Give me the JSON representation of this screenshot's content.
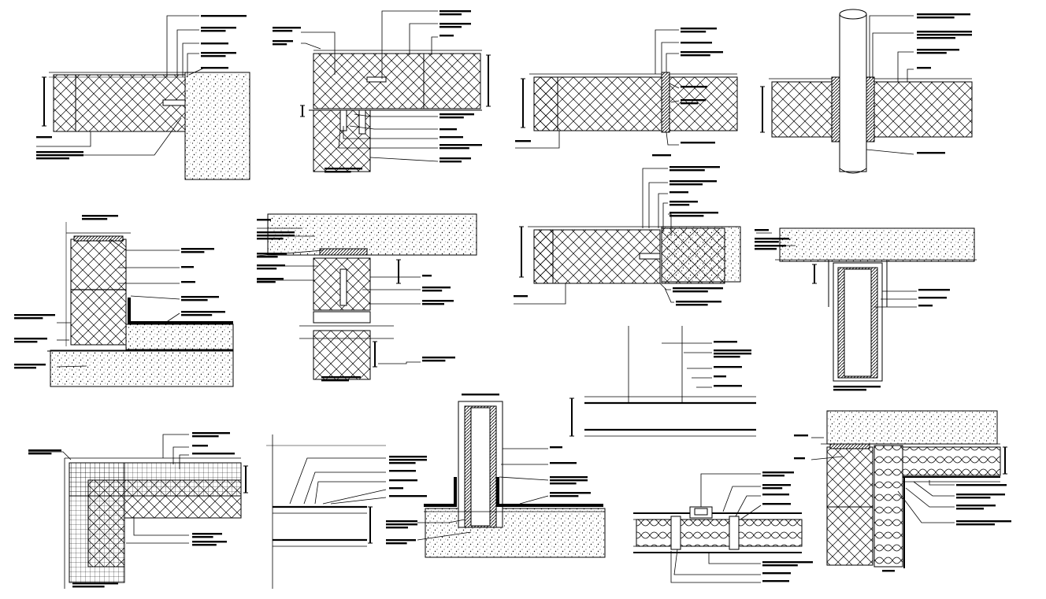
{
  "sheet": {
    "title": "",
    "background": "#ffffff",
    "ink": "#000000"
  },
  "details": [
    {
      "id": "d1",
      "label_count": 7
    },
    {
      "id": "d2",
      "label_count": 10
    },
    {
      "id": "d3",
      "label_count": 7
    },
    {
      "id": "d4",
      "label_count": 6
    },
    {
      "id": "d5",
      "label_count": 8
    },
    {
      "id": "d6",
      "label_count": 9
    },
    {
      "id": "d7",
      "label_count": 9
    },
    {
      "id": "d8",
      "label_count": 6
    },
    {
      "id": "d9",
      "label_count": 7
    },
    {
      "id": "d10",
      "label_count": 6
    },
    {
      "id": "d11",
      "label_count": 9
    },
    {
      "id": "d12",
      "label_count": 8
    },
    {
      "id": "d13",
      "label_count": 8
    },
    {
      "id": "d14",
      "label_count": 8
    }
  ]
}
